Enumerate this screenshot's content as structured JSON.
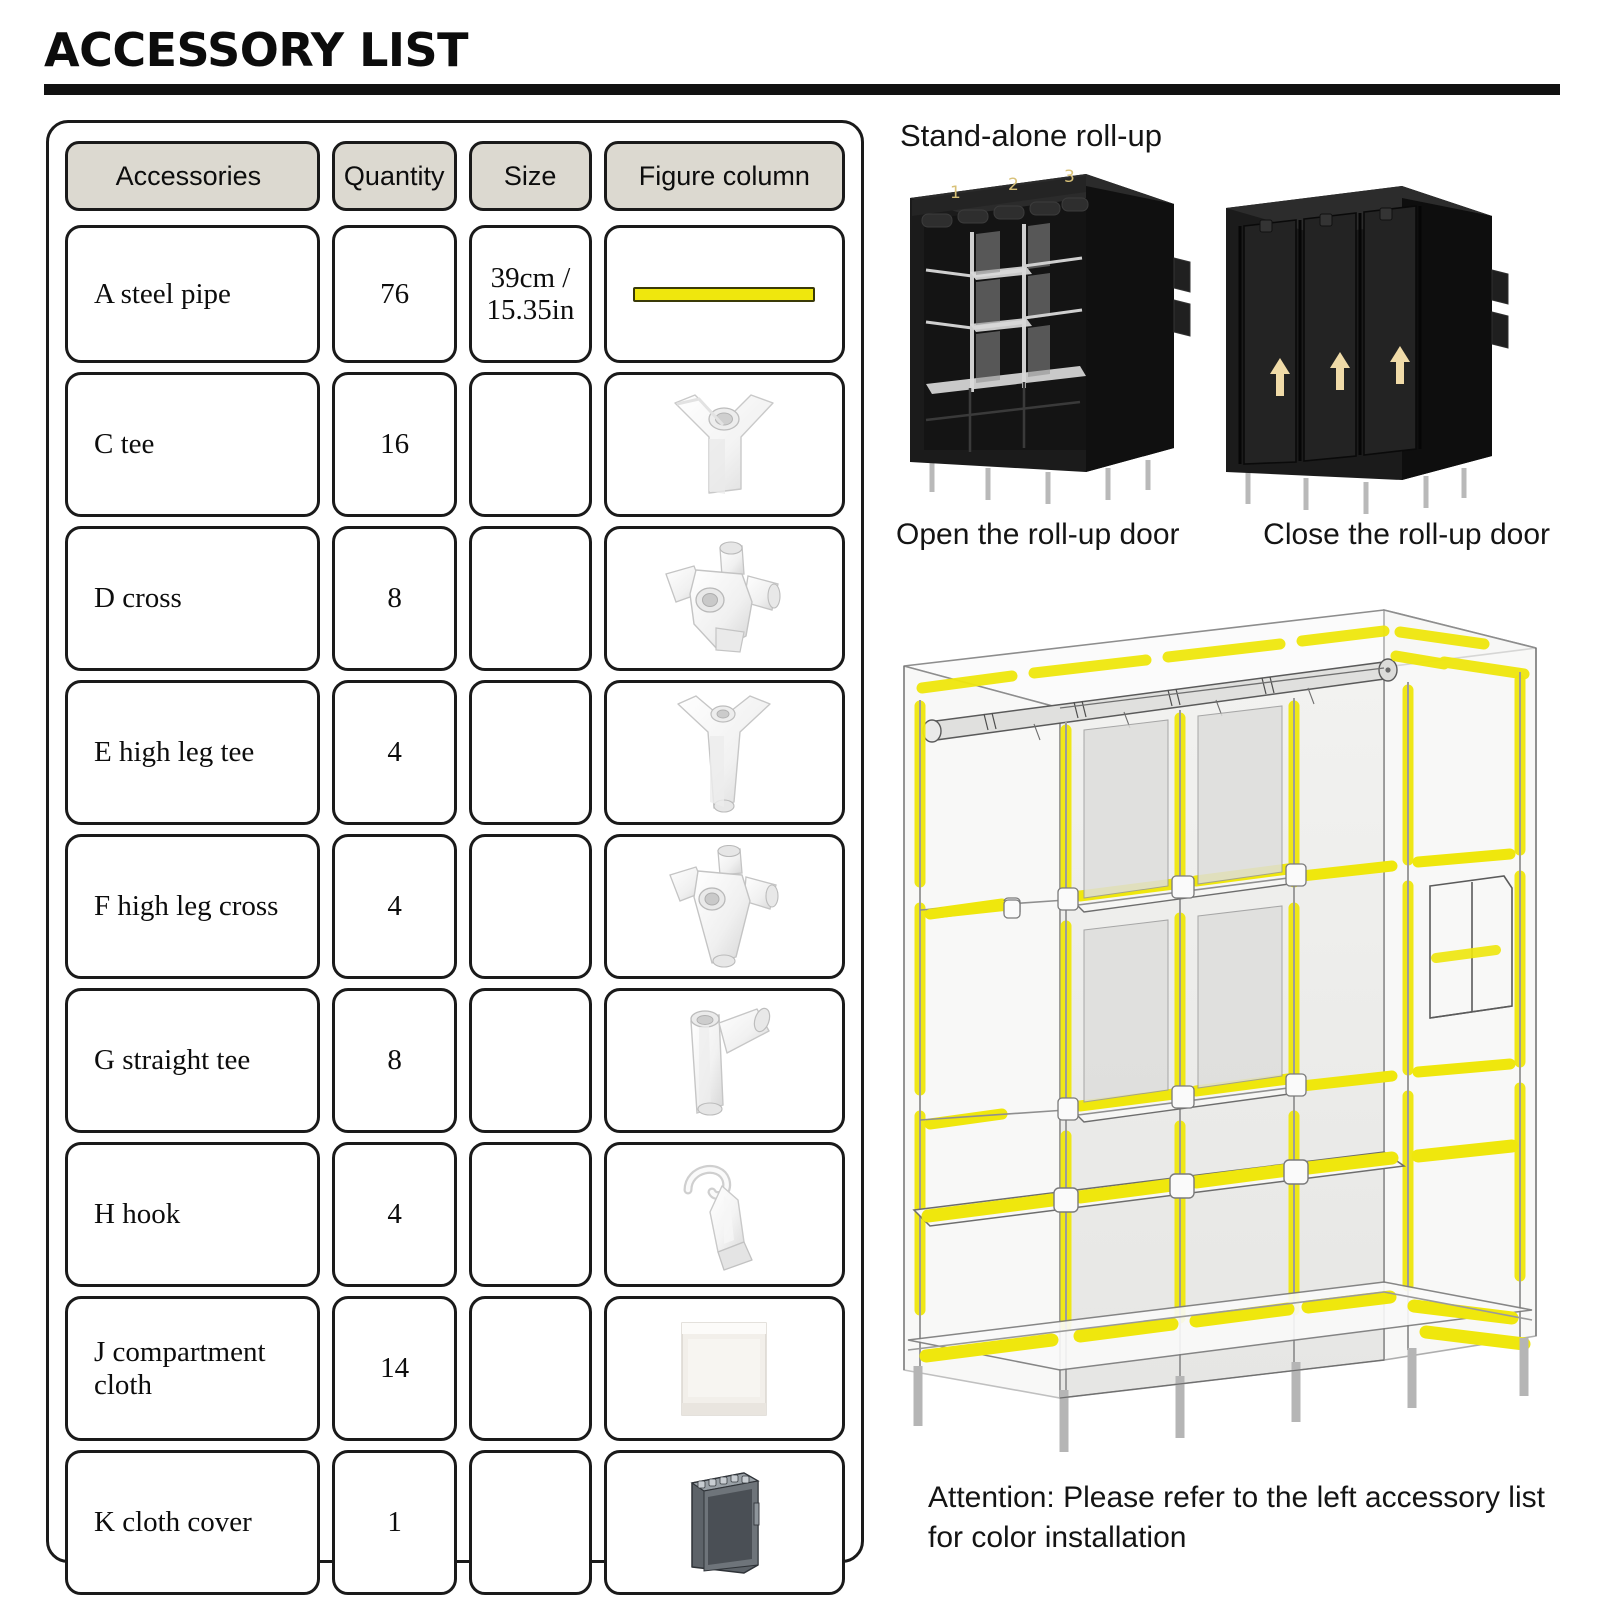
{
  "page": {
    "title": "ACCESSORY LIST"
  },
  "table": {
    "headers": [
      "Accessories",
      "Quantity",
      "Size",
      "Figure column"
    ],
    "rows": [
      {
        "accessory": "A steel pipe",
        "quantity": "76",
        "size_line1": "39cm /",
        "size_line2": "15.35in",
        "figure": "yellow-steel-pipe-icon"
      },
      {
        "accessory": "C tee",
        "quantity": "16",
        "size_line1": "",
        "size_line2": "",
        "figure": "three-way-tee-connector-icon"
      },
      {
        "accessory": "D cross",
        "quantity": "8",
        "size_line1": "",
        "size_line2": "",
        "figure": "cross-connector-icon"
      },
      {
        "accessory": "E high leg tee",
        "quantity": "4",
        "size_line1": "",
        "size_line2": "",
        "figure": "high-leg-tee-connector-icon"
      },
      {
        "accessory": "F high leg cross",
        "quantity": "4",
        "size_line1": "",
        "size_line2": "",
        "figure": "high-leg-cross-connector-icon"
      },
      {
        "accessory": "G straight tee",
        "quantity": "8",
        "size_line1": "",
        "size_line2": "",
        "figure": "straight-tee-connector-icon"
      },
      {
        "accessory": "H hook",
        "quantity": "4",
        "size_line1": "",
        "size_line2": "",
        "figure": "hook-icon"
      },
      {
        "accessory": "J compartment cloth",
        "quantity": "14",
        "size_line1": "",
        "size_line2": "",
        "figure": "compartment-cloth-icon"
      },
      {
        "accessory": "K cloth cover",
        "quantity": "1",
        "size_line1": "",
        "size_line2": "",
        "figure": "cloth-cover-icon"
      }
    ]
  },
  "illustrations": {
    "standalone_label": "Stand-alone roll-up",
    "open_caption": "Open the roll-up door",
    "close_caption": "Close the roll-up door",
    "door_numbers": [
      "1",
      "2",
      "3"
    ],
    "attention_line1": "Attention: Please refer to the left accessory list",
    "attention_line2": "for color installation"
  },
  "colors": {
    "pipe_yellow": "#efe70d",
    "header_fill": "#dcd9d0",
    "outline": "#1a1a1a",
    "fabric_black": "#1b1b1b",
    "arrow_cream": "#f0dba8",
    "number_gold": "#d8c178",
    "frame_gray": "#cfcfcf"
  }
}
